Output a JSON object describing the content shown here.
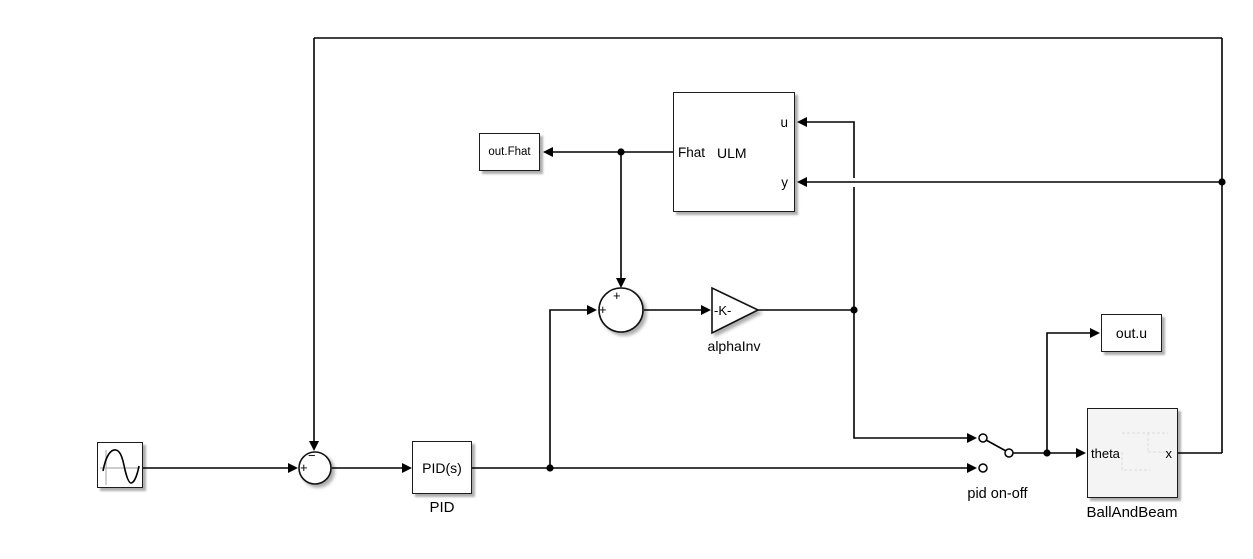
{
  "colors": {
    "wire": "#000000",
    "block_border": "#1c1c1c",
    "block_fill": "#ffffff",
    "subsystem_fill": "#f4f4f4",
    "icon_axis": "#bbbbbb"
  },
  "blocks": {
    "sine": {
      "icon": "sine-wave-icon"
    },
    "sum_error": {
      "sign_top": "−",
      "sign_left": "+"
    },
    "sum_blend": {
      "sign_top": "+",
      "sign_left": "+"
    },
    "pid": {
      "text": "PID(s)",
      "caption": "PID"
    },
    "gain": {
      "text": "-K-",
      "caption": "alphaInv"
    },
    "ulm": {
      "title": "ULM",
      "port_fhat": "Fhat",
      "port_u": "u",
      "port_y": "y"
    },
    "out_fhat": {
      "text": "out.Fhat"
    },
    "out_u": {
      "text": "out.u"
    },
    "manual_switch": {
      "caption": "pid on-off"
    },
    "ball_and_beam": {
      "caption": "BallAndBeam",
      "port_theta": "theta",
      "port_x": "x"
    }
  }
}
